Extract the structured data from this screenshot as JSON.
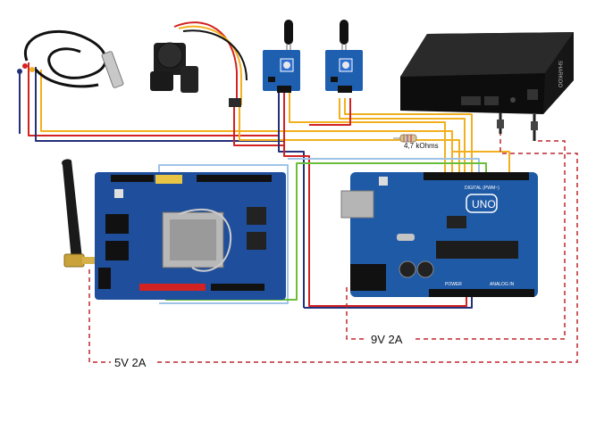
{
  "labels": {
    "resistor_value": "4,7 kOhms",
    "power_9v": "9V 2A",
    "power_5v": "5V 2A",
    "router_brand": "SHARKOO",
    "uno_logo": "UNO",
    "uno_digital": "DIGITAL (PWM~)",
    "uno_power": "POWER",
    "uno_analog": "ANALOG IN"
  },
  "colors": {
    "wire_yellow": "#f2b01e",
    "wire_red": "#d22222",
    "wire_blue": "#24307a",
    "wire_green": "#6abf3a",
    "wire_lightblue": "#9ec3e6",
    "wire_dashed_power": "#c0262d",
    "board_blue": "#1f4f9c",
    "router_body": "#1a1a1a"
  }
}
